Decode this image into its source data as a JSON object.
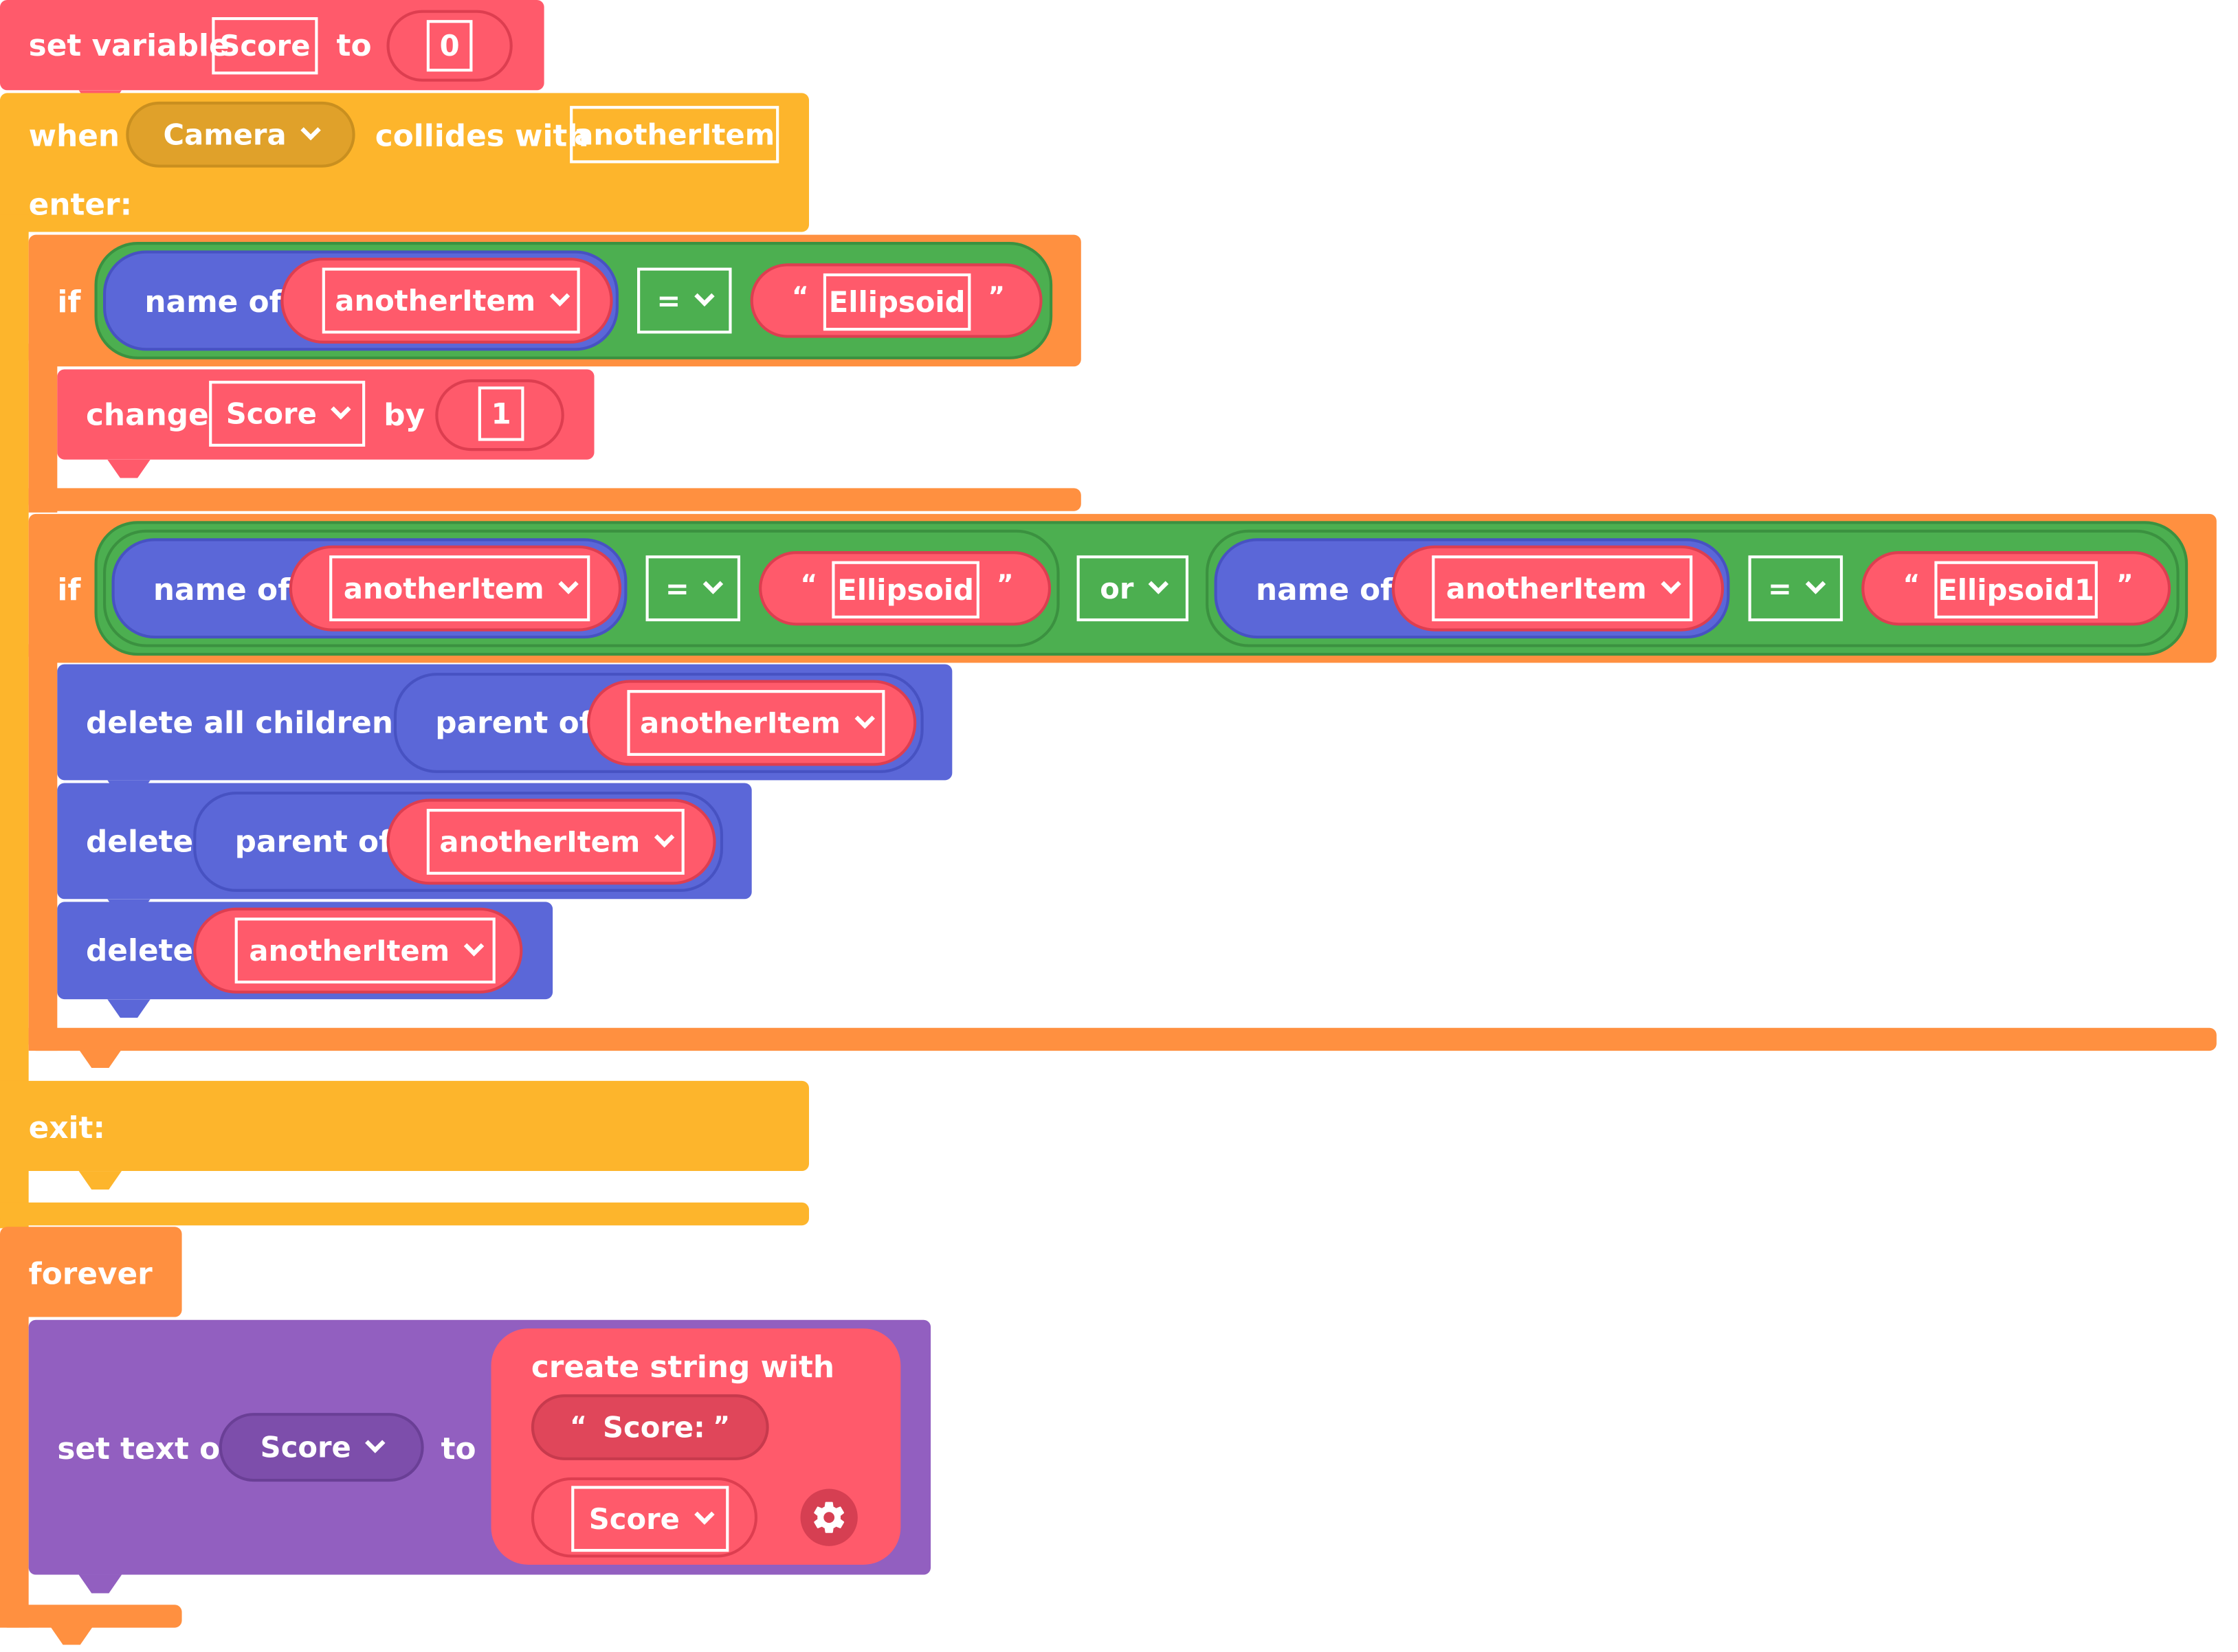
{
  "set_variable": {
    "label": "set variable",
    "variable": "Score",
    "to_label": "to",
    "value": "0"
  },
  "when": {
    "when_label": "when",
    "object": "Camera",
    "collides_label": "collides with",
    "param": "anotherItem",
    "enter_label": "enter:",
    "exit_label": "exit:"
  },
  "if1": {
    "if_label": "if",
    "name_of_label": "name of",
    "item": "anotherItem",
    "op": "=",
    "open_quote": "“",
    "text": "Ellipsoid",
    "close_quote": "”",
    "change_label": "change",
    "change_var": "Score",
    "by_label": "by",
    "by_value": "1"
  },
  "if2": {
    "if_label": "if",
    "left": {
      "name_of_label": "name of",
      "item": "anotherItem",
      "op": "=",
      "text": "Ellipsoid"
    },
    "or_label": "or",
    "right": {
      "name_of_label": "name of",
      "item": "anotherItem",
      "op": "=",
      "text": "Ellipsoid1"
    },
    "open_quote": "“",
    "close_quote": "”",
    "delete_all_label": "delete all children of",
    "parent_of_label": "parent of",
    "parent_item": "anotherItem",
    "delete_label": "delete",
    "delete_parent_label": "parent of",
    "delete_parent_item": "anotherItem",
    "delete2_label": "delete",
    "delete2_item": "anotherItem"
  },
  "forever": {
    "label": "forever",
    "set_text_label": "set text of",
    "target": "Score",
    "to_label": "to",
    "create_label": "create string with",
    "string_open": "“",
    "string_value": "Score:",
    "string_close": "”",
    "var_item": "Score",
    "gear": "gear-icon"
  },
  "colors": {
    "red": "#ff5a6b",
    "blue": "#5b67d8",
    "green": "#4caf50",
    "orange": "#ff9040",
    "yellow": "#fdb52c",
    "purple": "#925fc0"
  }
}
